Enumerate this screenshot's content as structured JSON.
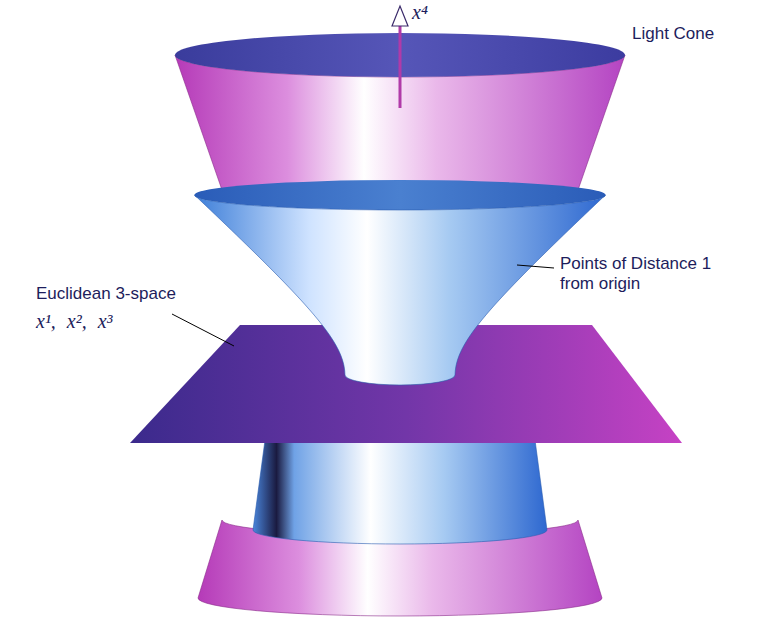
{
  "diagram": {
    "labels": [
      "x⁴",
      "Light Cone",
      "Points of Distance 1 from origin",
      "Euclidean 3-space",
      "x¹, x², x³"
    ]
  }
}
